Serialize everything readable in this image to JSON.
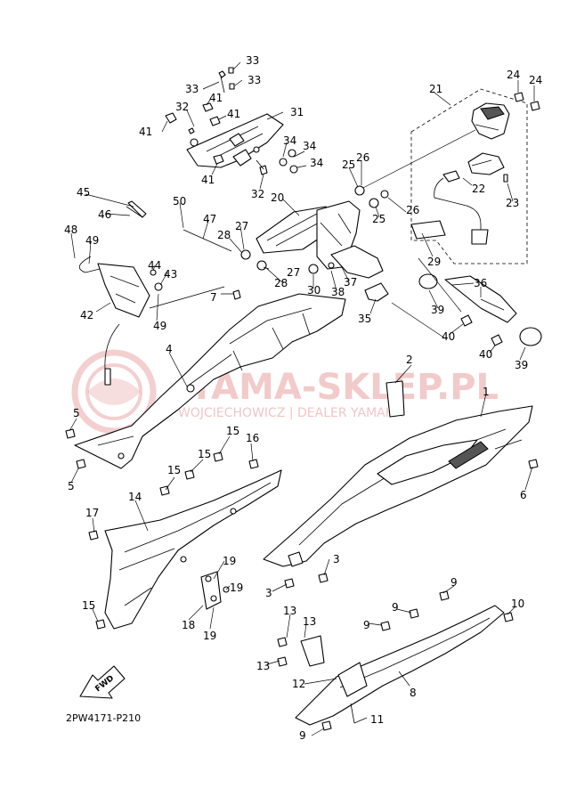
{
  "diagram": {
    "code": "2PW4171-P210",
    "fwd_label": "FWD",
    "watermark": {
      "title": "YAMA-SKLEP.PL",
      "subtitle": "WOJCIECHOWICZ | DEALER YAMAHA"
    },
    "callouts": {
      "c33a": "33",
      "c33b": "33",
      "c33c": "33",
      "c32": "32",
      "c41a": "41",
      "c41b": "41",
      "c41c": "41",
      "c41d": "41",
      "c31": "31",
      "c32b": "32",
      "c34a": "34",
      "c34b": "34",
      "c34c": "34",
      "c26a": "26",
      "c25a": "25",
      "c25b": "25",
      "c26b": "26",
      "c20": "20",
      "c21": "21",
      "c22": "22",
      "c23": "23",
      "c24a": "24",
      "c24b": "24",
      "c45": "45",
      "c46": "46",
      "c50": "50",
      "c47": "47",
      "c48": "48",
      "c49a": "49",
      "c27a": "27",
      "c28a": "28",
      "c27b": "27",
      "c28b": "28",
      "c29": "29",
      "c44": "44",
      "c43": "43",
      "c30": "30",
      "c38": "38",
      "c37": "37",
      "c42": "42",
      "c7": "7",
      "c49b": "49",
      "c35": "35",
      "c39a": "39",
      "c36": "36",
      "c40a": "40",
      "c40b": "40",
      "c39b": "39",
      "c4": "4",
      "c2": "2",
      "c1": "1",
      "c5a": "5",
      "c5b": "5",
      "c15a": "15",
      "c15b": "15",
      "c15c": "15",
      "c16": "16",
      "c14": "14",
      "c17": "17",
      "c6": "6",
      "c3a": "3",
      "c3b": "3",
      "c19a": "19",
      "c19b": "19",
      "c19c": "19",
      "c18": "18",
      "c15d": "15",
      "c13a": "13",
      "c13b": "13",
      "c13c": "13",
      "c9a": "9",
      "c9b": "9",
      "c9c": "9",
      "c9d": "9",
      "c10": "10",
      "c12": "12",
      "c8": "8",
      "c11": "11"
    }
  }
}
